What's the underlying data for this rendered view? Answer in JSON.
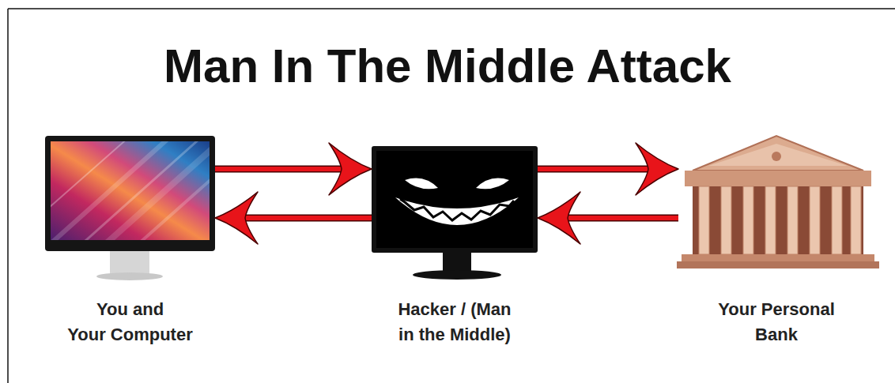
{
  "diagram": {
    "title": "Man In The Middle Attack",
    "nodes": [
      {
        "text": [
          "You and Your Computer"
        ]
      },
      {
        "text": [
          "Hacker / (Man in the Middle)"
        ]
      },
      {
        "text": [
          "Your Personal Bank"
        ]
      }
    ],
    "edges": [
      {
        "from": 0,
        "to": 1,
        "arrow": "to"
      },
      {
        "from": 1,
        "to": 2,
        "arrow": "to"
      },
      {
        "from": 2,
        "to": 1,
        "arrow": "to"
      },
      {
        "from": 1,
        "to": 0,
        "arrow": "to"
      }
    ]
  }
}
